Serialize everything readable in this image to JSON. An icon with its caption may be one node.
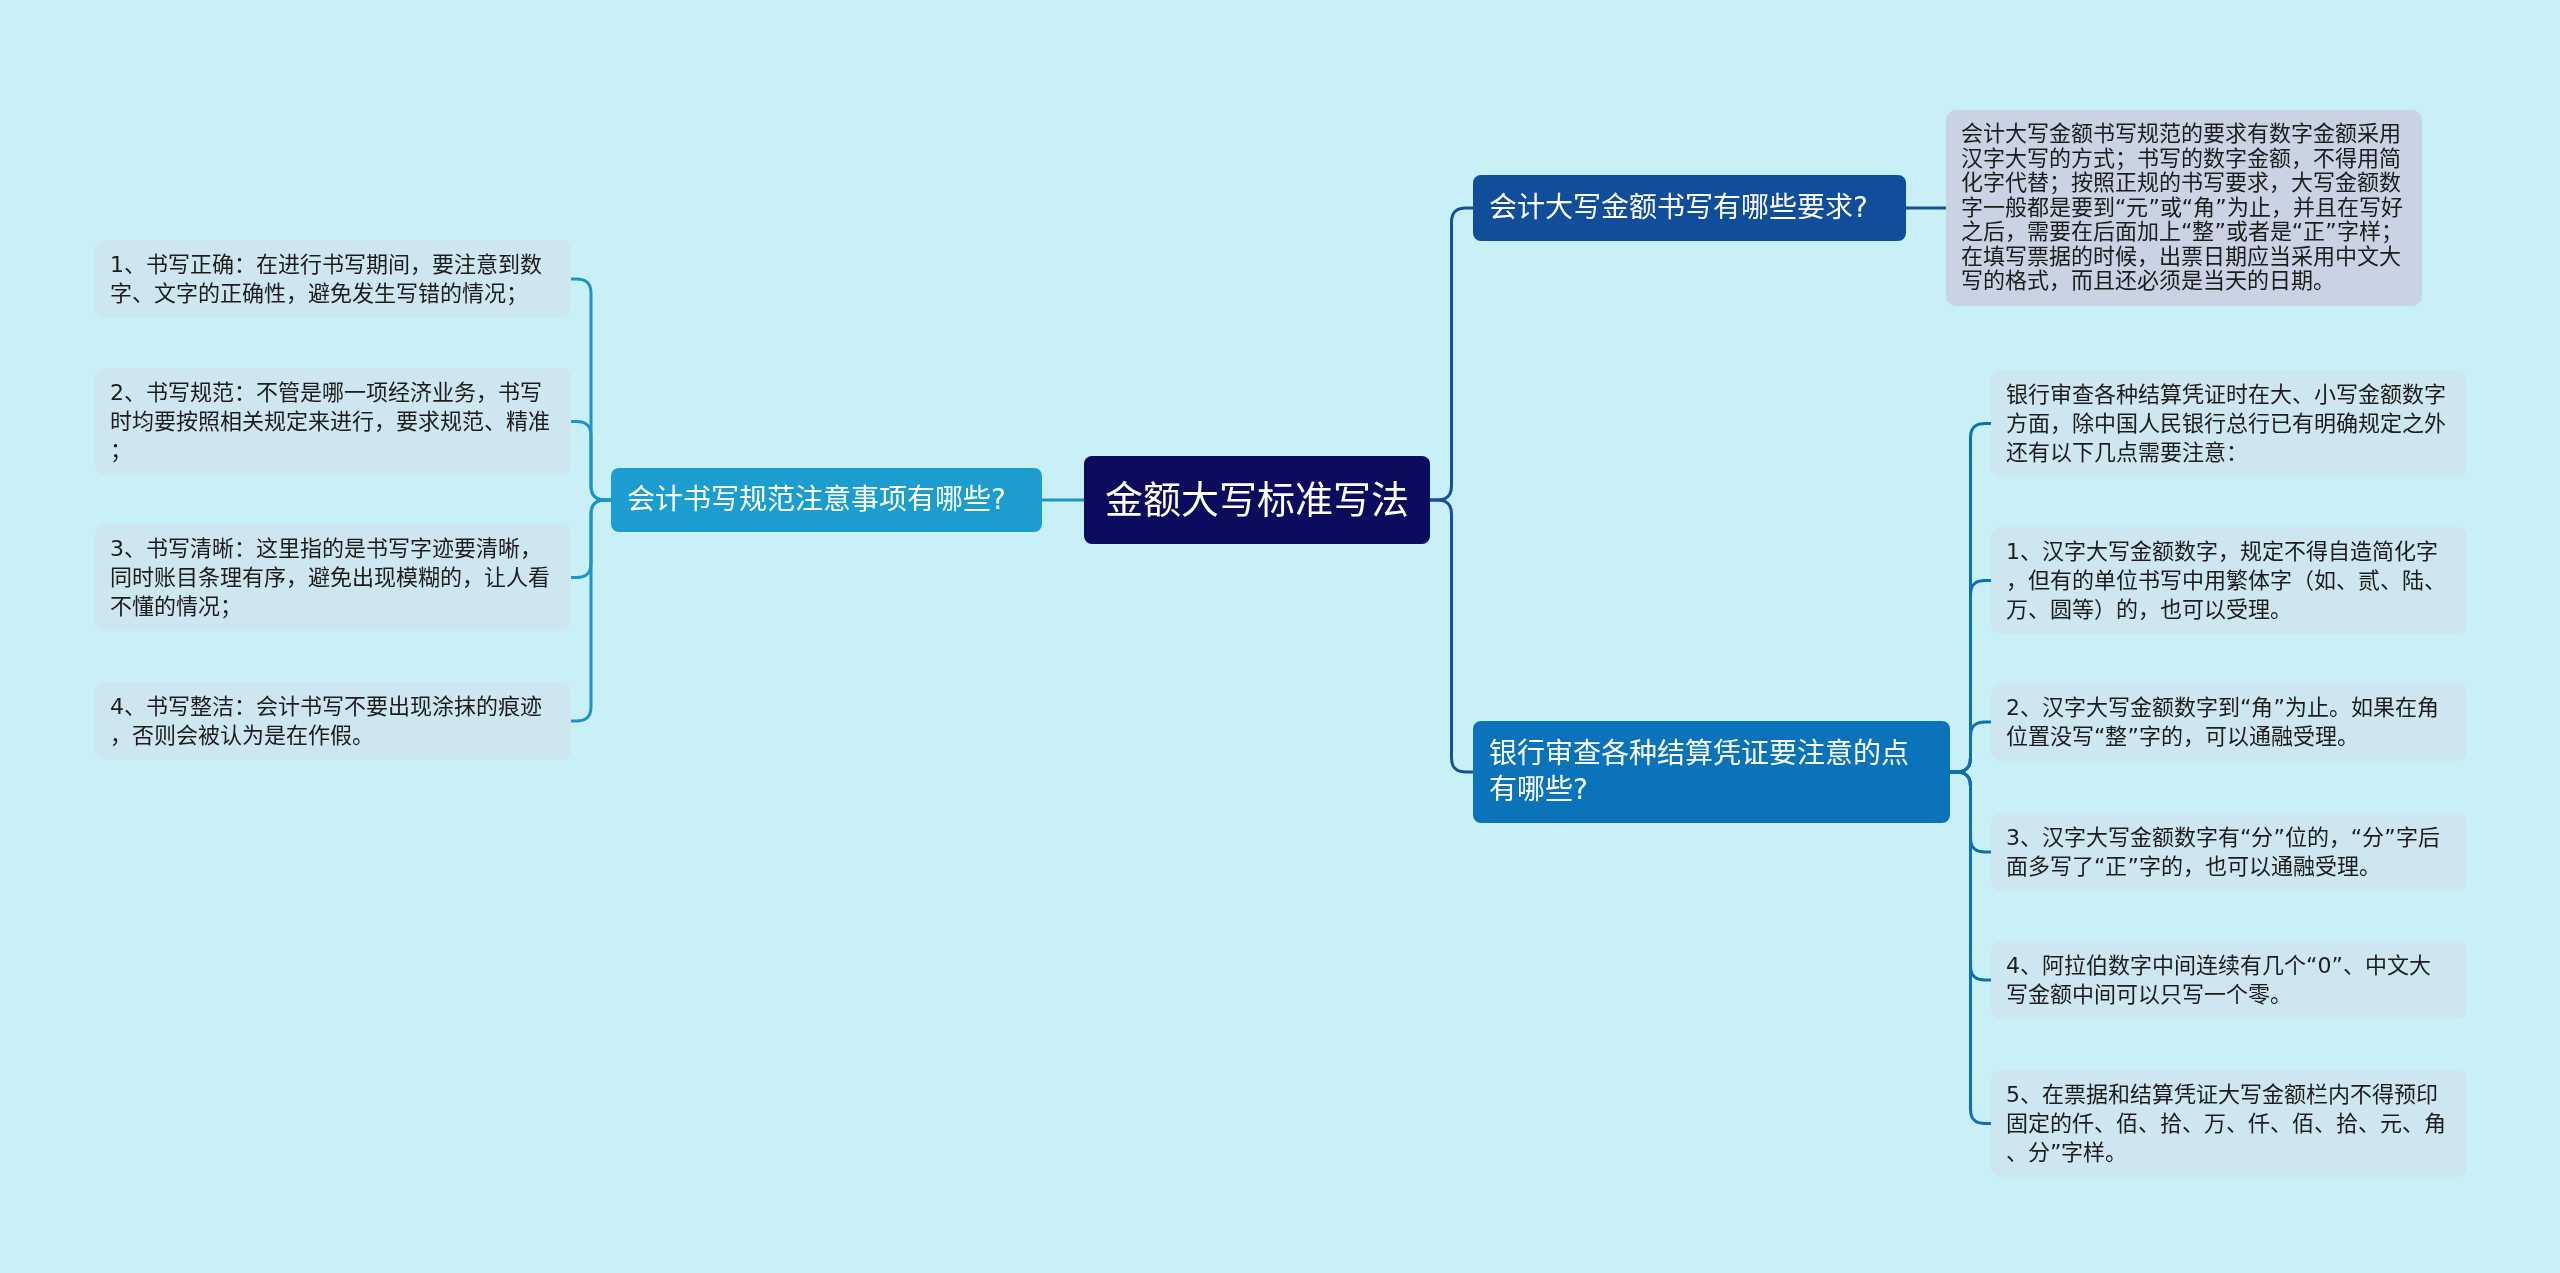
{
  "diagram": {
    "nodes": [
      {
        "text": [
          "金额大写标准写法"
        ]
      },
      {
        "text": [
          "会计书写规范注意事项有哪些?"
        ]
      },
      {
        "text": [
          "1、书写正确：在进行书写期间，要注意到数字、文字的正确性，避免发生写错的情况；"
        ]
      },
      {
        "text": [
          "2、书写规范：不管是哪一项经济业务，书写时均要按照相关规定来进行，要求规范、精准；"
        ]
      },
      {
        "text": [
          "3、书写清晰：这里指的是书写字迹要清晰，同时账目条理有序，避免出现模糊的，让人看不懂的情况；"
        ]
      },
      {
        "text": [
          "4、书写整洁：会计书写不要出现涂抹的痕迹，否则会被认为是在作假。"
        ]
      },
      {
        "text": [
          "会计大写金额书写有哪些要求?"
        ]
      },
      {
        "text": [
          "会计大写金额书写规范的要求有数字金额采用汉字大写的方式；书写的数字金额，不得用简化字代替；按照正规的书写要求，大写金额数字一般都是要到“元”或“角”为止，并且在写好之后，需要在后面加上“整”或者是“正”字样；在填写票据的时候，出票日期应当采用中文大写的格式，而且还必须是当天的日期。"
        ]
      },
      {
        "text": [
          "银行审查各种结算凭证要注意的点有哪些?"
        ]
      },
      {
        "text": [
          "银行审查各种结算凭证时在大、小写金额数字方面，除中国人民银行总行已有明确规定之外还有以下几点需要注意："
        ]
      },
      {
        "text": [
          "1、汉字大写金额数字，规定不得自造简化字，但有的单位书写中用繁体字（如、贰、陆、万、圆等）的，也可以受理。"
        ]
      },
      {
        "text": [
          "2、汉字大写金额数字到“角”为止。如果在角位置没写“整”字的，可以通融受理。"
        ]
      },
      {
        "text": [
          "3、汉字大写金额数字有“分”位的，“分”字后面多写了“正”字的，也可以通融受理。"
        ]
      },
      {
        "text": [
          "4、阿拉伯数字中间连续有几个“0”、中文大写金额中间可以只写一个零。"
        ]
      },
      {
        "text": [
          "5、在票据和结算凭证大写金额栏内不得预印固定的仟、佰、拾、万、仟、佰、拾、元、角、分”字样。"
        ]
      }
    ],
    "edges": [
      {
        "from": 0,
        "to": 1,
        "arrow": "none",
        "color": "#1b95c8"
      },
      {
        "from": 1,
        "to": 2,
        "arrow": "none",
        "color": "#1b95c8"
      },
      {
        "from": 1,
        "to": 3,
        "arrow": "none",
        "color": "#1b95c8"
      },
      {
        "from": 1,
        "to": 4,
        "arrow": "none",
        "color": "#1b95c8"
      },
      {
        "from": 1,
        "to": 5,
        "arrow": "none",
        "color": "#1b95c8"
      },
      {
        "from": 0,
        "to": 6,
        "arrow": "none",
        "color": "#174f98"
      },
      {
        "from": 6,
        "to": 7,
        "arrow": "none",
        "color": "#174f98"
      },
      {
        "from": 0,
        "to": 8,
        "arrow": "none",
        "color": "#174f98"
      },
      {
        "from": 8,
        "to": 9,
        "arrow": "none"
      },
      {
        "from": 8,
        "to": 10,
        "arrow": "none"
      },
      {
        "from": 8,
        "to": 11,
        "arrow": "none"
      },
      {
        "from": 8,
        "to": 12,
        "arrow": "none"
      },
      {
        "from": 8,
        "to": 13,
        "arrow": "none"
      },
      {
        "from": 8,
        "to": 14,
        "arrow": "none"
      }
    ]
  }
}
